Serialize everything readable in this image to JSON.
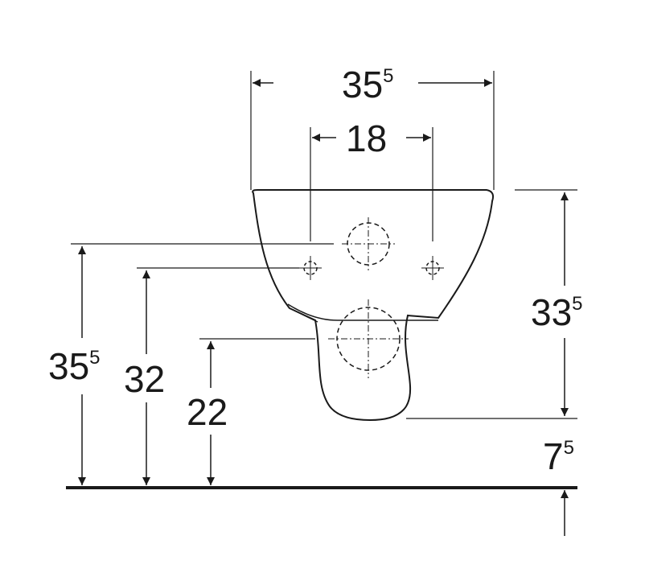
{
  "dimensions": {
    "top_width": {
      "main": "35",
      "sup": "5"
    },
    "hole_spacing": {
      "main": "18"
    },
    "left_total_height": {
      "main": "35",
      "sup": "5"
    },
    "mid_height": {
      "main": "32"
    },
    "outlet_height": {
      "main": "22"
    },
    "right_bowl_height": {
      "main": "33",
      "sup": "5"
    },
    "bottom_gap": {
      "main": "7",
      "sup": "5"
    }
  },
  "colors": {
    "line": "#1a1a1a",
    "background": "#ffffff"
  }
}
